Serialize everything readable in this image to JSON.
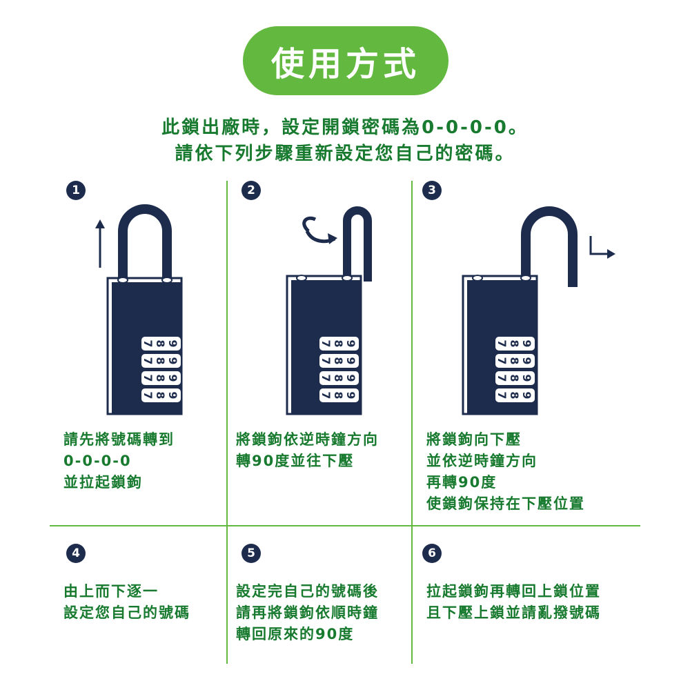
{
  "title": "使用方式",
  "intro": {
    "line1": "此鎖出廠時，設定開鎖密碼為0-0-0-0。",
    "line2": "請依下列步驟重新設定您自己的密碼。"
  },
  "dial_digits": [
    "7",
    "8",
    "9"
  ],
  "colors": {
    "accent": "#63b93f",
    "text": "#177a2e",
    "lock": "#1d2c4c"
  },
  "steps": [
    {
      "num": "1",
      "lines": [
        "請先將號碼轉到",
        "0-0-0-0",
        "並拉起鎖鉤"
      ]
    },
    {
      "num": "2",
      "lines": [
        "將鎖鉤依逆時鐘方向",
        "轉90度並往下壓"
      ]
    },
    {
      "num": "3",
      "lines": [
        "將鎖鉤向下壓",
        "並依逆時鐘方向",
        "再轉90度",
        "使鎖鉤保持在下壓位置"
      ]
    },
    {
      "num": "4",
      "lines": [
        "由上而下逐一",
        "設定您自己的號碼"
      ]
    },
    {
      "num": "5",
      "lines": [
        "設定完自己的號碼後",
        "請再將鎖鉤依順時鐘",
        "轉回原來的90度"
      ]
    },
    {
      "num": "6",
      "lines": [
        "拉起鎖鉤再轉回上鎖位置",
        "且下壓上鎖並請亂撥號碼"
      ]
    }
  ]
}
